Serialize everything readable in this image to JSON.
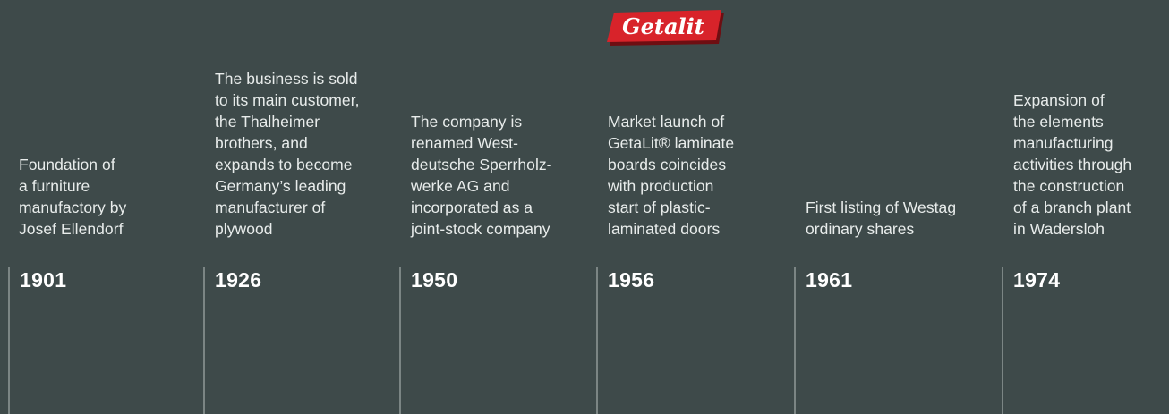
{
  "logo": {
    "text": "Getalit",
    "icon": "getalit-logo",
    "colors": {
      "fill": "#d8232a",
      "shadow": "#6e0e12",
      "text": "#ffffff"
    }
  },
  "events": [
    {
      "year": "1901",
      "description": "Foundation of\na furniture\nmanufactory by\nJosef Ellendorf"
    },
    {
      "year": "1926",
      "description": "The business is sold\nto its main customer,\nthe Thalheimer\nbrothers, and\nexpands to become\nGermany’s leading\nmanufacturer of\nplywood"
    },
    {
      "year": "1950",
      "description": "The company is\nrenamed West-\ndeutsche Sperrholz-\nwerke AG and\nincorporated as a\njoint-stock company"
    },
    {
      "year": "1956",
      "description": "Market launch of\nGetaLit® laminate\nboards coincides\nwith production\nstart of plastic-\nlaminated doors"
    },
    {
      "year": "1961",
      "description": "First listing of Westag\nordinary shares"
    },
    {
      "year": "1974",
      "description": "Expansion of\nthe elements\nmanufacturing\nactivities through\nthe construction\nof a branch plant\nin Wadersloh"
    }
  ],
  "colors": {
    "background": "#3e4a4a",
    "text": "#e8eceb",
    "year": "#ffffff",
    "rule": "#7b8584"
  }
}
